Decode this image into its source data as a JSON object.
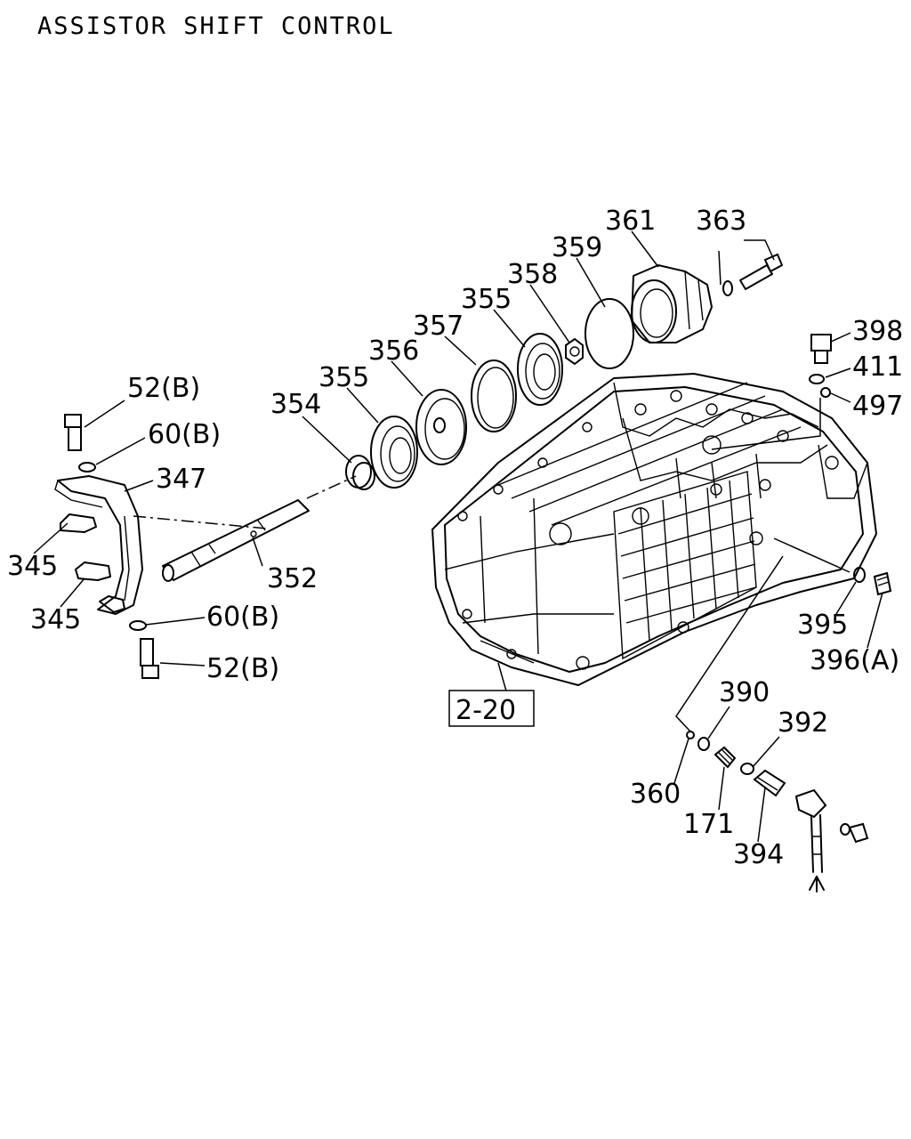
{
  "title": "ASSISTOR SHIFT CONTROL",
  "callouts": [
    {
      "id": "361",
      "text": "361"
    },
    {
      "id": "363",
      "text": "363"
    },
    {
      "id": "359",
      "text": "359"
    },
    {
      "id": "358",
      "text": "358"
    },
    {
      "id": "355a",
      "text": "355"
    },
    {
      "id": "357",
      "text": "357"
    },
    {
      "id": "356",
      "text": "356"
    },
    {
      "id": "355b",
      "text": "355"
    },
    {
      "id": "354",
      "text": "354"
    },
    {
      "id": "398",
      "text": "398"
    },
    {
      "id": "411",
      "text": "411"
    },
    {
      "id": "497",
      "text": "497"
    },
    {
      "id": "52b-top",
      "text": "52(B)"
    },
    {
      "id": "60b-top",
      "text": "60(B)"
    },
    {
      "id": "347",
      "text": "347"
    },
    {
      "id": "345a",
      "text": "345"
    },
    {
      "id": "352",
      "text": "352"
    },
    {
      "id": "345b",
      "text": "345"
    },
    {
      "id": "60b-bottom",
      "text": "60(B)"
    },
    {
      "id": "52b-bottom",
      "text": "52(B)"
    },
    {
      "id": "395",
      "text": "395"
    },
    {
      "id": "396a",
      "text": "396(A)"
    },
    {
      "id": "2-20",
      "text": "2-20"
    },
    {
      "id": "390",
      "text": "390"
    },
    {
      "id": "392",
      "text": "392"
    },
    {
      "id": "360",
      "text": "360"
    },
    {
      "id": "171",
      "text": "171"
    },
    {
      "id": "394",
      "text": "394"
    }
  ]
}
